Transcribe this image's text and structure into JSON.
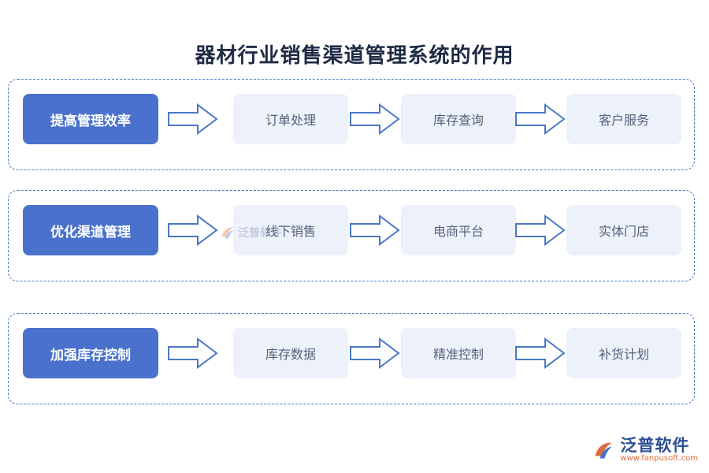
{
  "title": "器材行业销售渠道管理系统的作用",
  "rows": [
    {
      "head": "提高管理效率",
      "steps": [
        "订单处理",
        "库存查询",
        "客户服务"
      ]
    },
    {
      "head": "优化渠道管理",
      "steps": [
        "线下销售",
        "电商平台",
        "实体门店"
      ]
    },
    {
      "head": "加强库存控制",
      "steps": [
        "库存数据",
        "精准控制",
        "补货计划"
      ]
    }
  ],
  "logo": {
    "name": "泛普软件",
    "url": "www.fanpusoft.com",
    "icon": "fanpu-logo-icon"
  },
  "colors": {
    "head_bg": "#4a72cc",
    "step_bg": "#edf1fa",
    "border": "#4a78c4",
    "arrow": "#4a78c4"
  }
}
